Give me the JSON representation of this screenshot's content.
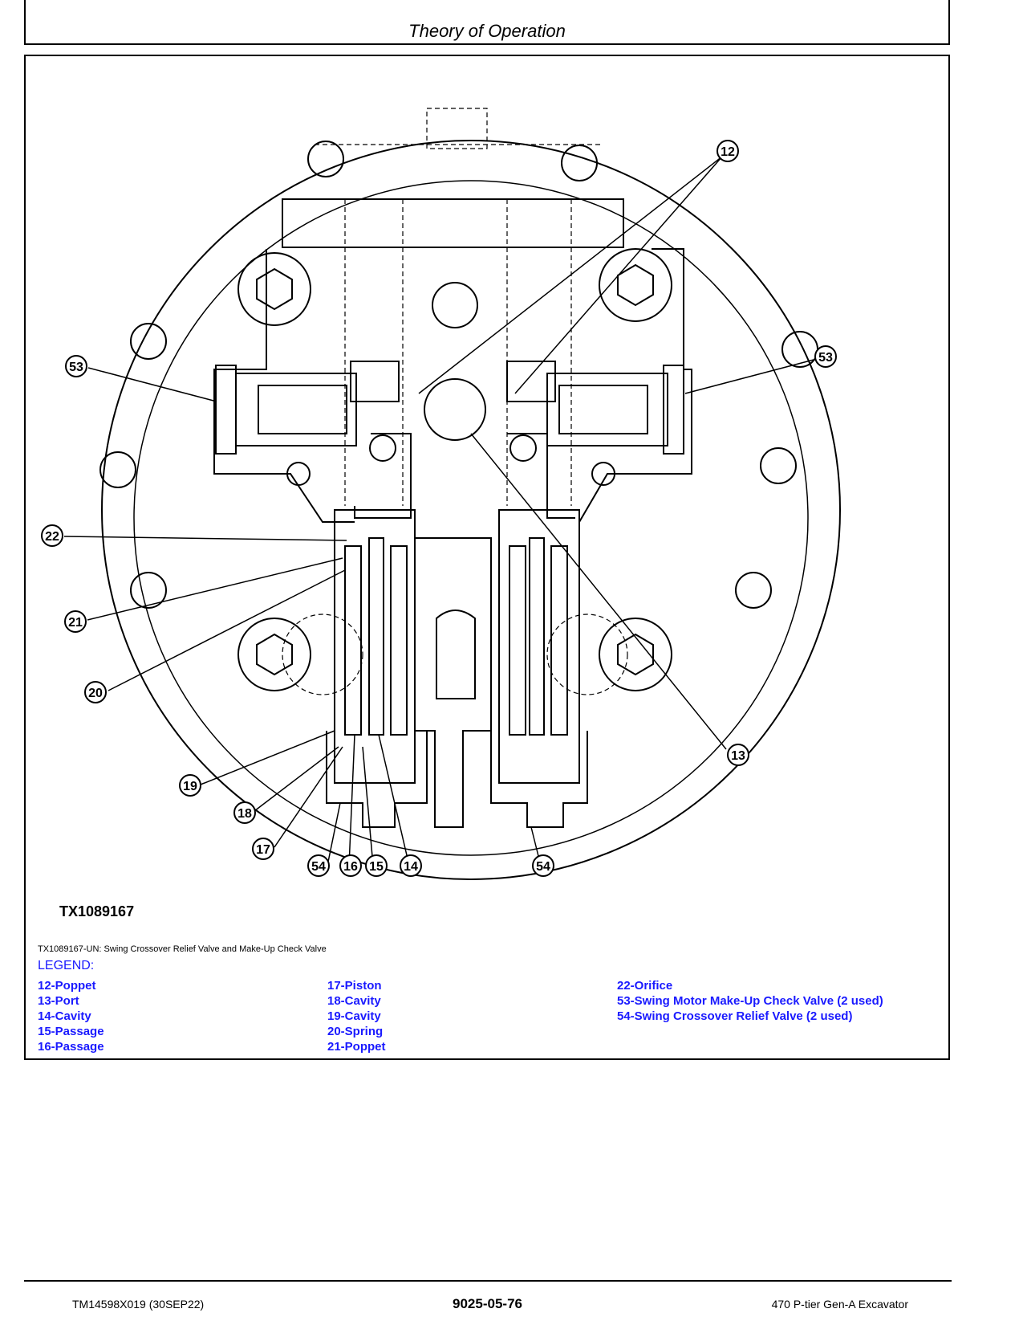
{
  "header": {
    "title": "Theory of Operation"
  },
  "figure": {
    "id": "TX1089167",
    "caption": "TX1089167-UN: Swing Crossover Relief Valve and Make-Up Check Valve",
    "callouts": [
      "12",
      "53",
      "53",
      "22",
      "21",
      "20",
      "19",
      "18",
      "17",
      "54",
      "16",
      "15",
      "14",
      "54",
      "13"
    ]
  },
  "legend": {
    "title": "LEGEND:",
    "col1": [
      "12-Poppet",
      "13-Port",
      "14-Cavity",
      "15-Passage",
      "16-Passage"
    ],
    "col2": [
      "17-Piston",
      "18-Cavity",
      "19-Cavity",
      "20-Spring",
      "21-Poppet"
    ],
    "col3": [
      "22-Orifice",
      "53-Swing Motor Make-Up Check Valve (2 used)",
      "54-Swing Crossover Relief Valve (2 used)"
    ]
  },
  "footer": {
    "manual": "TM14598X019 (30SEP22)",
    "page": "9025-05-76",
    "model": "470 P-tier Gen-A Excavator"
  },
  "colors": {
    "legend_text": "#1a1aff"
  }
}
